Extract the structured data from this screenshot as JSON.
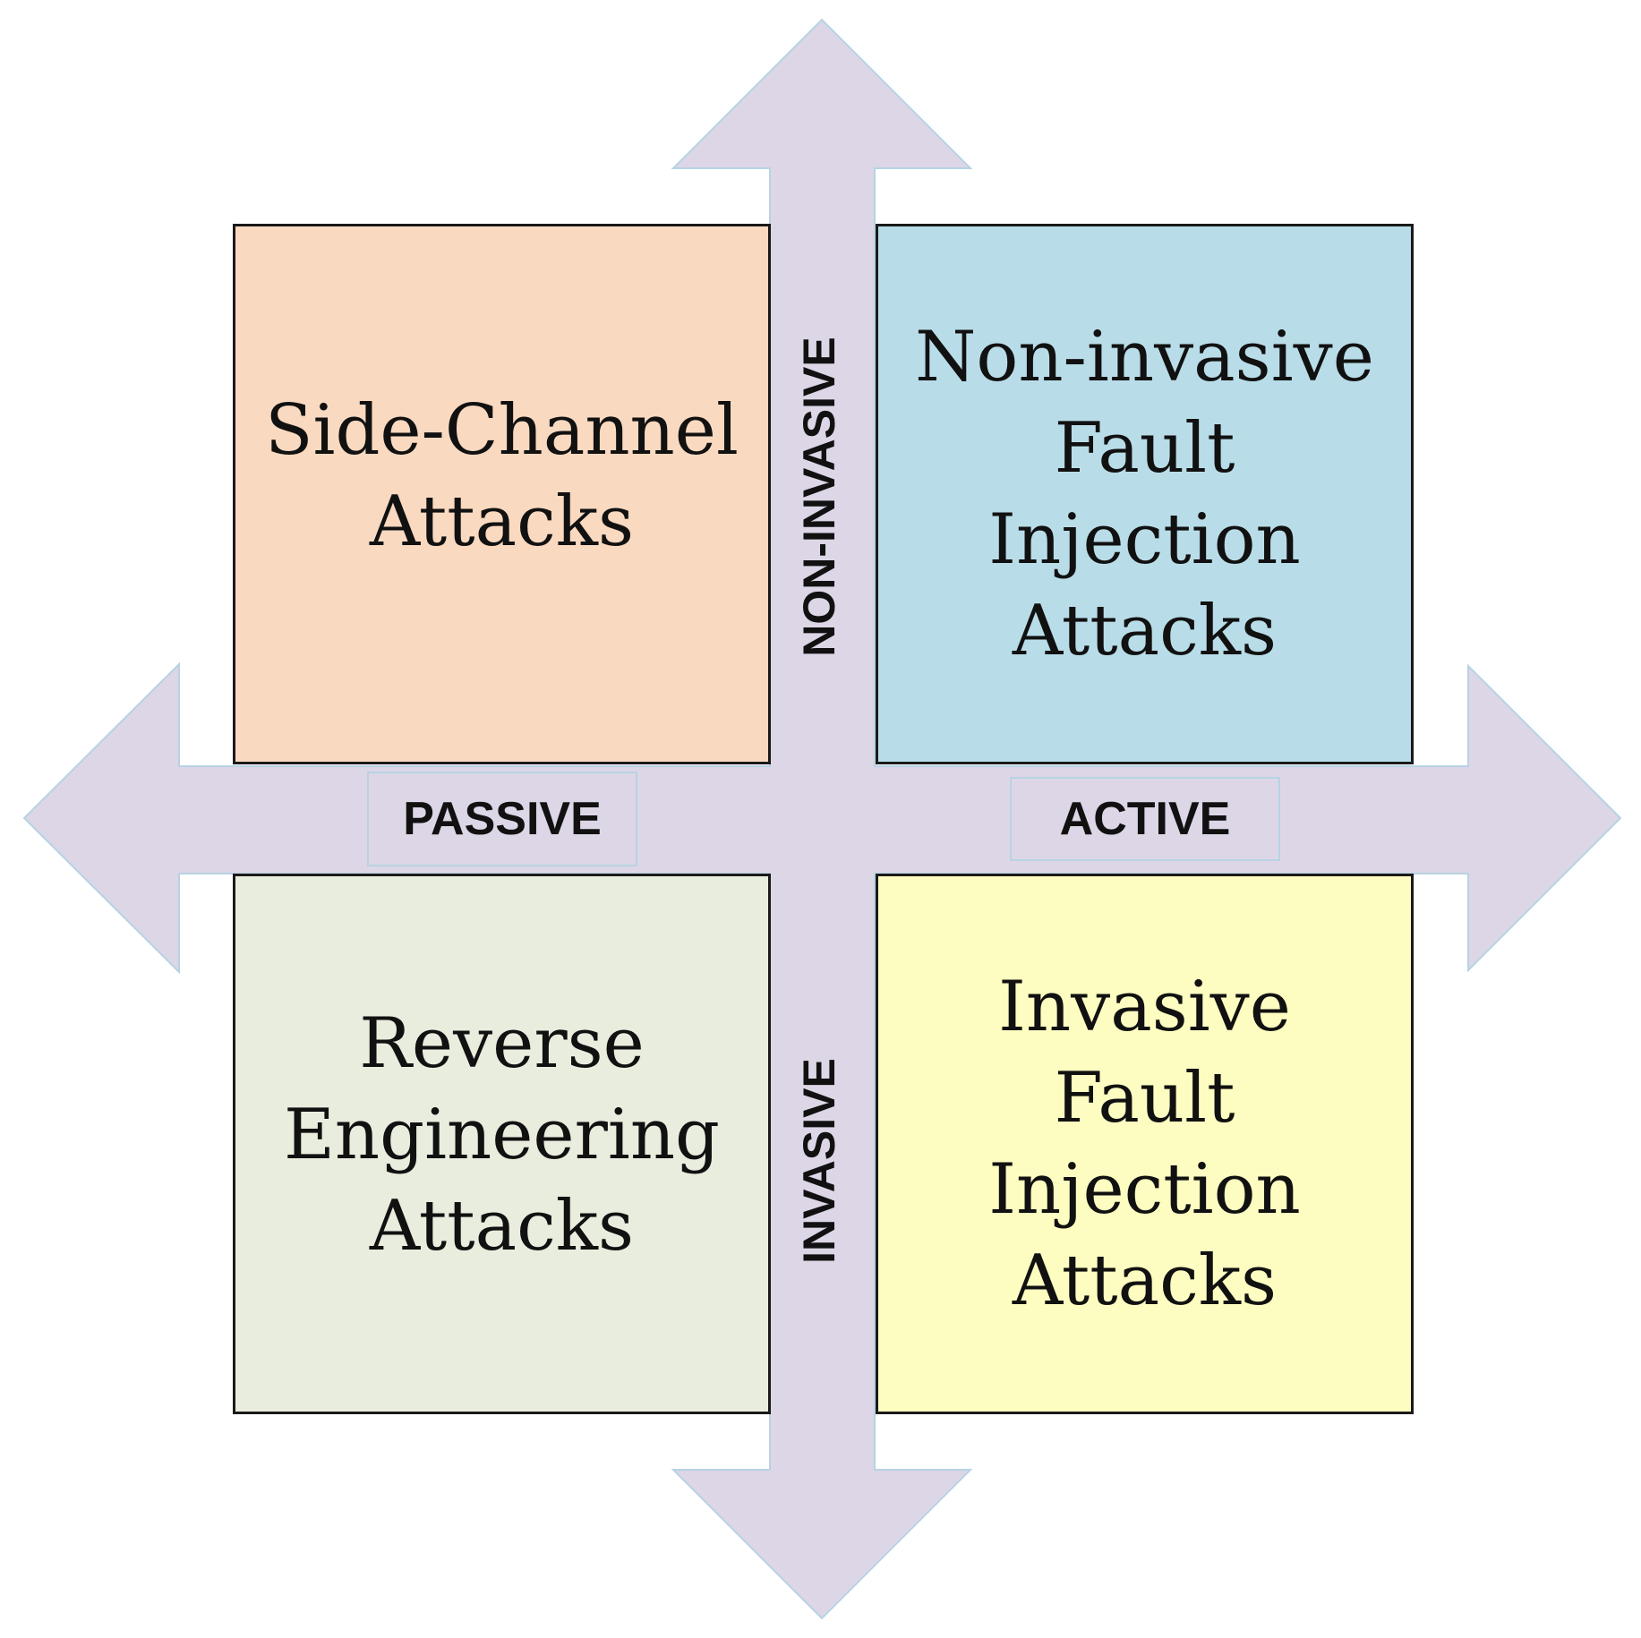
{
  "colors": {
    "arrow_fill": "#dcd6e6",
    "arrow_stroke": "#b7d3e3",
    "side_channel": "#f9d9c0",
    "non_invasive_fault": "#b9dde8",
    "reverse_engineering": "#e9edde",
    "invasive_fault": "#fefdc1"
  },
  "axes": {
    "horizontal_left": "PASSIVE",
    "horizontal_right": "ACTIVE",
    "vertical_top": "NON-INVASIVE",
    "vertical_bottom": "INVASIVE"
  },
  "quadrants": {
    "top_left": [
      "Side-Channel",
      "Attacks"
    ],
    "top_right": [
      "Non-invasive",
      "Fault",
      "Injection",
      "Attacks"
    ],
    "bottom_left": [
      "Reverse",
      "Engineering",
      "Attacks"
    ],
    "bottom_right": [
      "Invasive",
      "Fault",
      "Injection",
      "Attacks"
    ]
  }
}
